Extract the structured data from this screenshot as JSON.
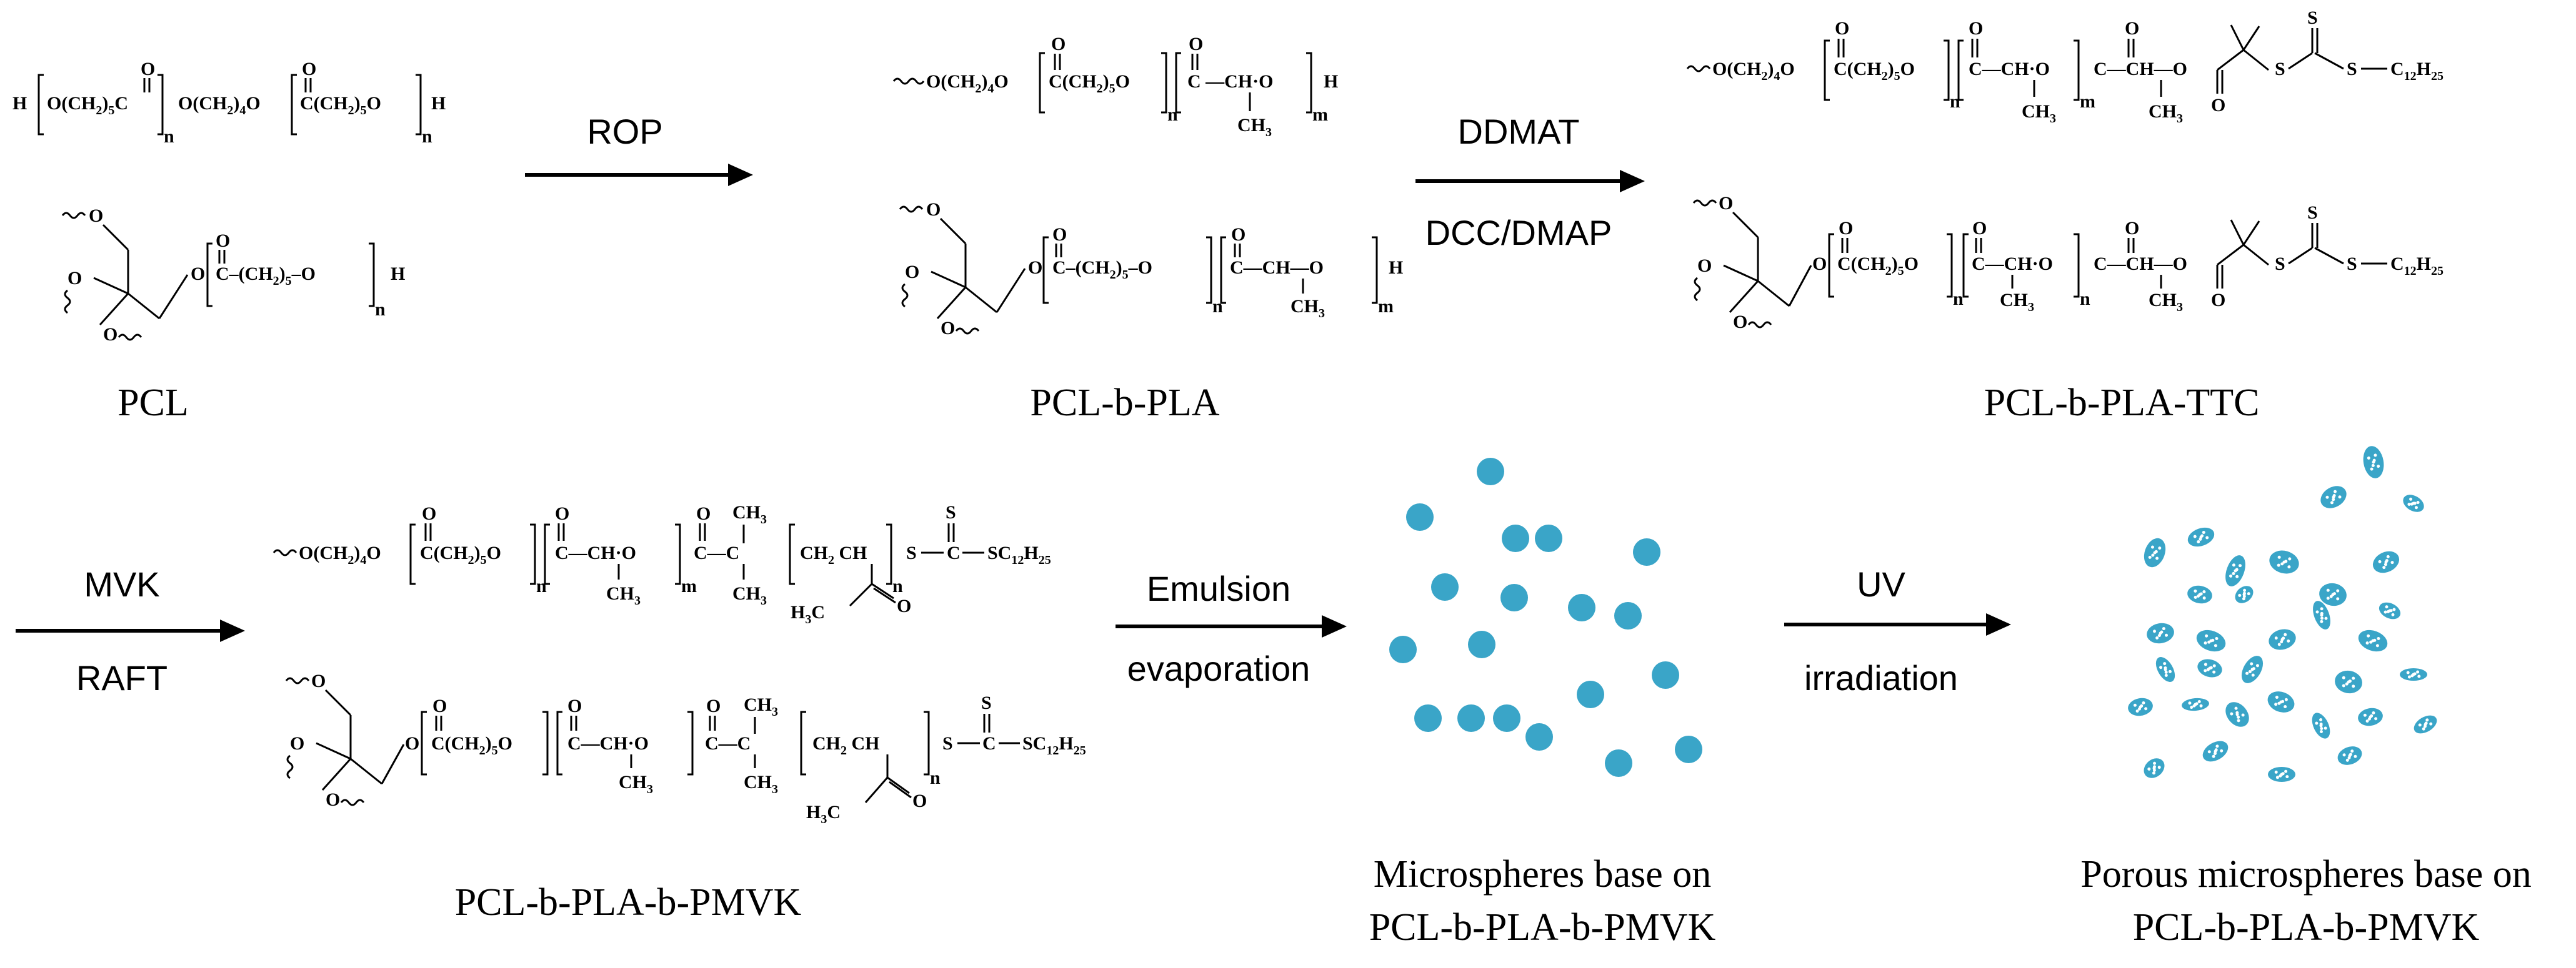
{
  "colors": {
    "sphere": "#3aa5c8",
    "pore": "#ffffff",
    "ink": "#000000"
  },
  "labels": {
    "pcl": "PCL",
    "pcl_pla": "PCL-b-PLA",
    "pcl_pla_ttc": "PCL-b-PLA-TTC",
    "pcl_pla_pmvk": "PCL-b-PLA-b-PMVK",
    "microspheres_line1": "Microspheres base on",
    "microspheres_line2": "PCL-b-PLA-b-PMVK",
    "porous_line1": "Porous microspheres base on",
    "porous_line2": "PCL-b-PLA-b-PMVK"
  },
  "arrows": {
    "rop": {
      "top": "ROP",
      "bottom": ""
    },
    "ddmat": {
      "top": "DDMAT",
      "bottom": "DCC/DMAP"
    },
    "mvk": {
      "top": "MVK",
      "bottom": "RAFT"
    },
    "emulsion": {
      "top": "Emulsion",
      "bottom": "evaporation"
    },
    "uv": {
      "top": "UV",
      "bottom": "irradiation"
    }
  },
  "chem": {
    "pcl_linear": "H–O(CH₂)₅C–O(CH₂)₄O–C(CH₂)₅O–H",
    "pcl_star": "O–C–(CH₂)₅–O–H",
    "pla_linear": "O(CH₂)₄O–C(CH₂)₅O–C–CH·O–H",
    "pla_star": "O–C–(CH₂)₅–O–C–CH–O–H",
    "ttc_linear": "O(CH₂)₄O–C(CH₂)₅O–C–CH·O–C–CH–O–C–S–C–S–C₁₂H₂₅",
    "ttc_star": "O–C(CH₂)₅O–C–CH·O–C–CH–O–C–S–C–S–C₁₂H₂₅",
    "pmvk_linear": "O(CH₂)₄O–C(CH₂)₅O–C–CH·O–C–C–CH₂CH–S–C–SC₁₂H₂₅",
    "pmvk_star": "O–C(CH₂)₅O–C–CH·O–C–C–CH₂CH–S–C–SC₁₂H₂₅",
    "ch3": "CH₃",
    "h3c": "H₃C",
    "n": "n",
    "m": "m",
    "o": "O",
    "s": "S"
  }
}
